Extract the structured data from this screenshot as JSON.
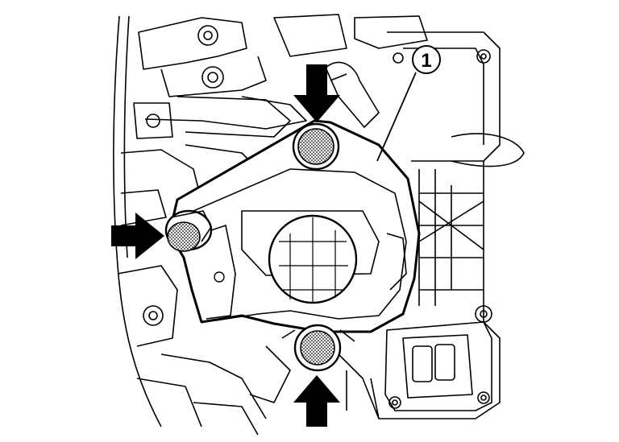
{
  "figure": {
    "callouts": [
      {
        "label": "1"
      }
    ],
    "arrows": [
      {
        "direction": "down"
      },
      {
        "direction": "right"
      },
      {
        "direction": "up"
      }
    ],
    "colors": {
      "line": "#000000",
      "background": "#ffffff"
    }
  }
}
